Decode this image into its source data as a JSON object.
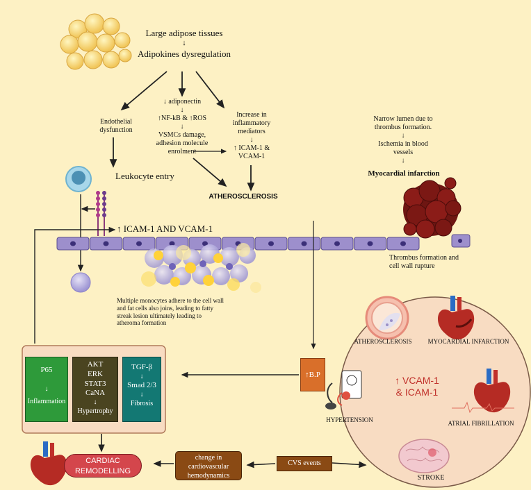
{
  "top": {
    "line1": "Large adipose tissues",
    "arrow": "↓",
    "line2": "Adipokines dysregulation"
  },
  "branches": {
    "endothelial": "Endothelial dysfunction",
    "adiponectin": [
      "↓ adiponectin",
      "↓",
      "↑NF-kB & ↑ROS",
      "↓",
      "VSMCs damage,",
      "adhesion molecule",
      "enrolment"
    ],
    "inflammatory": [
      "Increase in",
      "inflammatory",
      "mediators",
      "↓",
      "↑ ICAM-1 &",
      "VCAM-1"
    ],
    "thrombus": [
      "Narrow lumen due to",
      "thrombus formation.",
      "↓",
      "Ischemia in blood",
      "vessels",
      "↓"
    ],
    "mi": "Myocardial infarction"
  },
  "labels": {
    "leukocyte_entry": "Leukocyte entry",
    "atherosclerosis_main": "ATHEROSCLEROSIS",
    "icam_vcam": "↑ ICAM-1 AND VCAM-1",
    "thrombus_rupture": [
      "Thrombus formation and",
      "cell wall rupture"
    ],
    "monocytes": [
      "Multiple monocytes adhere to the cell wall",
      "and fat cells also joins, leading to fatty",
      "streak lesion ultimately leading to",
      "atheroma formation"
    ]
  },
  "signaling": {
    "p65": {
      "title": "P65",
      "arrow": "↓",
      "result": "Inflammation",
      "color": "#2e9a3a"
    },
    "akt": {
      "lines": [
        "AKT",
        "ERK",
        "STAT3",
        "CaNA"
      ],
      "arrow": "↓",
      "result": "Hypertrophy",
      "color": "#4a4420"
    },
    "tgf": {
      "lines": [
        "TGF-β",
        "↓",
        "Smad 2/3"
      ],
      "arrow": "↓",
      "result": "Fibrosis",
      "color": "#137873"
    }
  },
  "circle": {
    "center_line1": "↑ VCAM-1",
    "center_line2": "& ICAM-1",
    "atherosclerosis": "ATHEROSCLEROSIS",
    "myocardial": "MYOCARDIAL INFARCTION",
    "hypertension": "HYPERTENSION",
    "atrial": "ATRIAL FIBRILLATION",
    "stroke": "STROKE"
  },
  "bp": "↑B.P",
  "bottom": {
    "remodelling": [
      "CARDIAC",
      "REMODELLING"
    ],
    "hemodynamics": [
      "change in",
      "cardiovascular",
      "hemodynamics"
    ],
    "cvs": "CVS events"
  },
  "colors": {
    "background": "#fdf1c4",
    "panel": "#f8dcc2",
    "panel_border": "#b07a5a",
    "circle": "#f8dcc2",
    "cell": "#9d8fcc",
    "remodelling": "#d4464c",
    "brown_box": "#8a4a14",
    "bp_box": "#d96f2a",
    "center_red": "#c0302a"
  }
}
